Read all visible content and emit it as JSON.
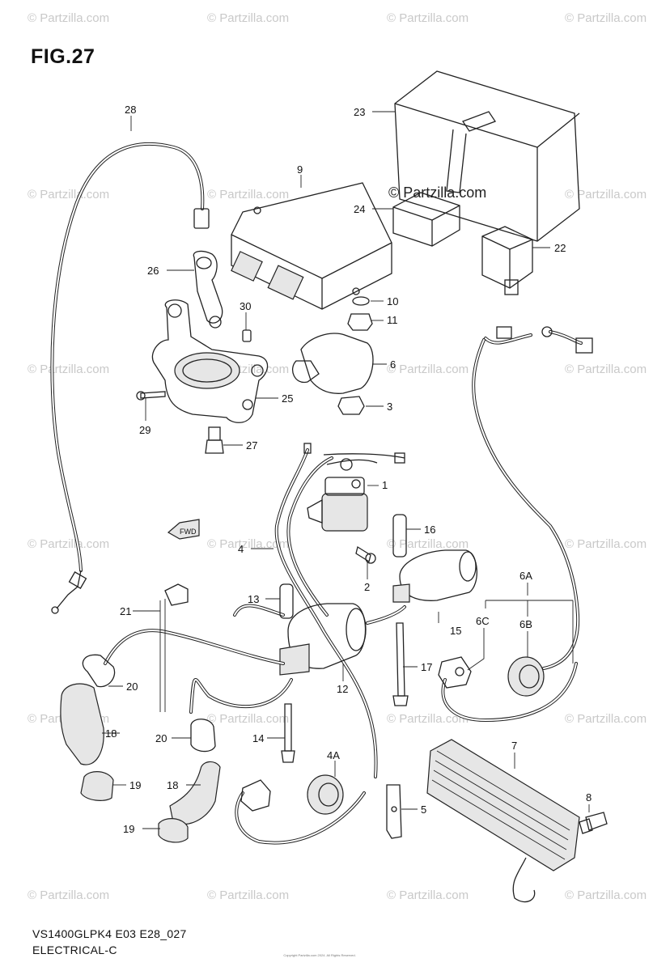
{
  "figure": {
    "title": "FIG.27"
  },
  "watermark": {
    "text": "© Partzilla.com",
    "center_text": "© Partzilla.com"
  },
  "footer": {
    "model_code": "VS1400GLPK4 E03 E28_027",
    "section": "ELECTRICAL-C"
  },
  "copyright_note": "Copyright Partzilla.com 2024. All Rights Reserved.",
  "direction_arrow": "FWD",
  "part_labels": {
    "p1": "1",
    "p2": "2",
    "p3": "3",
    "p4": "4",
    "p4A": "4A",
    "p5": "5",
    "p6": "6",
    "p6A": "6A",
    "p6B": "6B",
    "p6C": "6C",
    "p7": "7",
    "p8": "8",
    "p9": "9",
    "p10": "10",
    "p11": "11",
    "p12": "12",
    "p13": "13",
    "p14": "14",
    "p15": "15",
    "p16": "16",
    "p17": "17",
    "p18a": "18",
    "p18b": "18",
    "p19a": "19",
    "p19b": "19",
    "p20a": "20",
    "p20b": "20",
    "p21": "21",
    "p22": "22",
    "p23": "23",
    "p24": "24",
    "p25": "25",
    "p26": "26",
    "p27": "27",
    "p28": "28",
    "p29": "29",
    "p30": "30"
  }
}
